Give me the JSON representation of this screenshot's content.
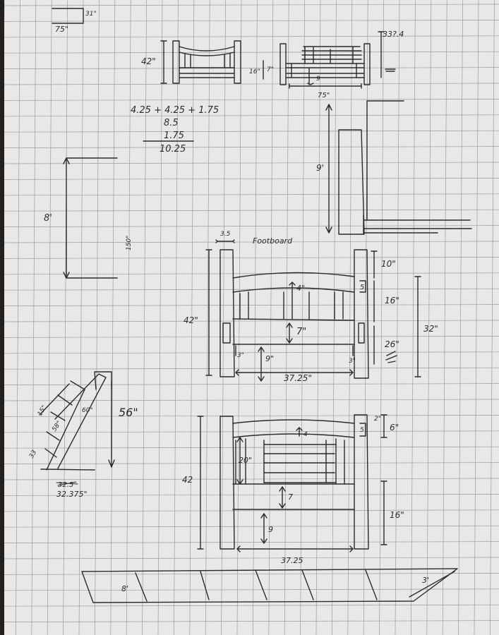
{
  "page": {
    "paper_color": "#e9e8e6",
    "grid_color": "#9a9ca3",
    "ink_color": "#2c2a2c"
  },
  "top_left_box": {
    "label_75": "75\"",
    "label_31": "31\""
  },
  "top_left_side_view": {
    "height_42": "42\""
  },
  "top_right_side_view": {
    "label_16": "16\"",
    "label_7": "7\"",
    "label_9": "9",
    "width_75": "75\"",
    "label_337": "33?.4",
    "scribble": ""
  },
  "math": {
    "line1": "4.25 + 4.25 + 1.75",
    "line2": "8.5",
    "line3": "1.75",
    "line4": "10.25"
  },
  "wall_left": {
    "height_8": "8'",
    "vertical_label": "150\""
  },
  "wall_right": {
    "height_9": "9'"
  },
  "footboard": {
    "title": "Footboard",
    "post_width": "3.5",
    "height_42": "42\"",
    "label_10": "10\"",
    "label_4": "4\"",
    "label_5": "5",
    "label_16": "16\"",
    "label_7": "7\"",
    "label_32": "32\"",
    "label_26": "26\"",
    "label_9": "9\"",
    "label_3_left": "3\"",
    "label_3_right": "3\"",
    "width_3725": "37.25\""
  },
  "ladder": {
    "label_56": "56\"",
    "label_15": "15\"",
    "label_58": "58\"",
    "label_60": "60°",
    "label_33": "33",
    "bottom_struck": "32.5",
    "bottom": "32.375\""
  },
  "headboard": {
    "height_42": "42",
    "label_2": "2\"",
    "label_6": "6\"",
    "label_4": "4",
    "label_5": "5",
    "label_20": "20\"",
    "label_7": "7",
    "label_16": "16\"",
    "label_9": "9",
    "width_3725": "37.25"
  },
  "bed_base": {
    "label_8": "8'",
    "label_3": "3'"
  }
}
